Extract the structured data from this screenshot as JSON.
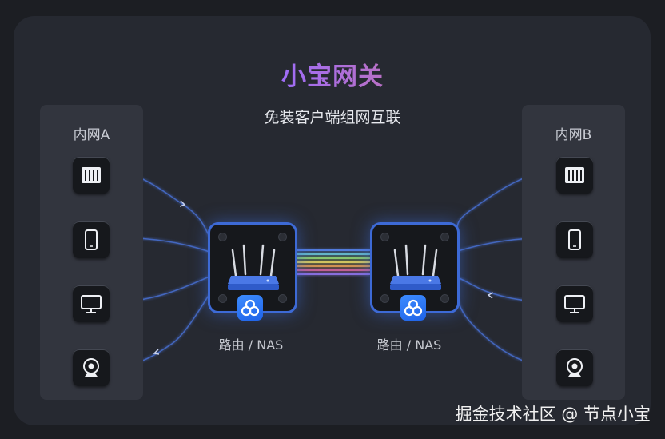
{
  "header": {
    "title": "小宝网关",
    "subtitle": "免装客户端组网互联"
  },
  "left_network": {
    "label": "内网A",
    "devices": [
      "nas-icon",
      "phone-icon",
      "monitor-icon",
      "camera-icon"
    ]
  },
  "right_network": {
    "label": "内网B",
    "devices": [
      "nas-icon",
      "phone-icon",
      "monitor-icon",
      "camera-icon"
    ]
  },
  "routers": {
    "left_label": "路由 / NAS",
    "right_label": "路由 / NAS"
  },
  "colors": {
    "accent": "#3d6ad6",
    "wire": "#4a72d8",
    "title_gradient": [
      "#4f86ff",
      "#9b6cff",
      "#ff7a3c"
    ],
    "tunnel_lines": [
      "#5b8cff",
      "#6fd0e6",
      "#9be37a",
      "#f2e36a",
      "#f2a65a",
      "#e06aa8",
      "#9b7cff"
    ]
  },
  "watermark": "掘金技术社区 @ 节点小宝"
}
